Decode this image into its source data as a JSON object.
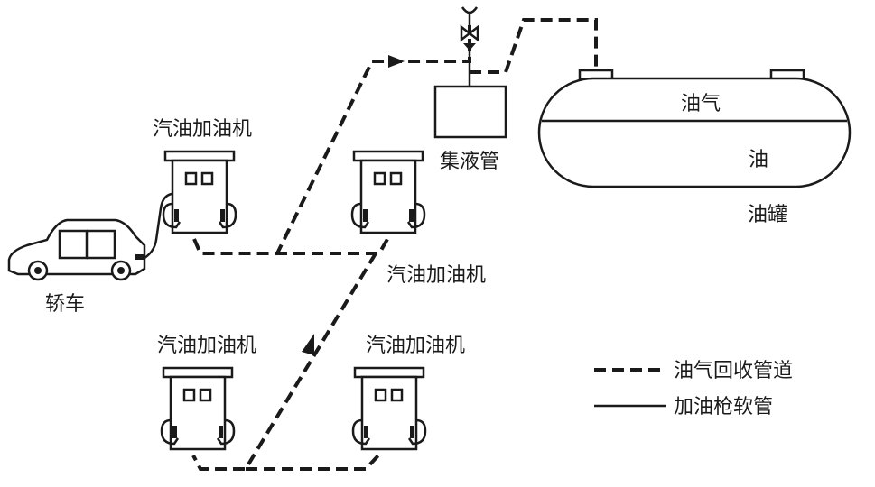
{
  "labels": {
    "dispenser_top_left": "汽油加油机",
    "dispenser_middle_right": "汽油加油机",
    "dispenser_bottom_left": "汽油加油机",
    "dispenser_bottom_right": "汽油加油机",
    "car": "轿车",
    "collector": "集液管",
    "tank_vapor": "油气",
    "tank_oil": "油",
    "tank": "油罐"
  },
  "legend": {
    "vapor_pipe": "油气回收管道",
    "fuel_hose": "加油枪软管"
  }
}
